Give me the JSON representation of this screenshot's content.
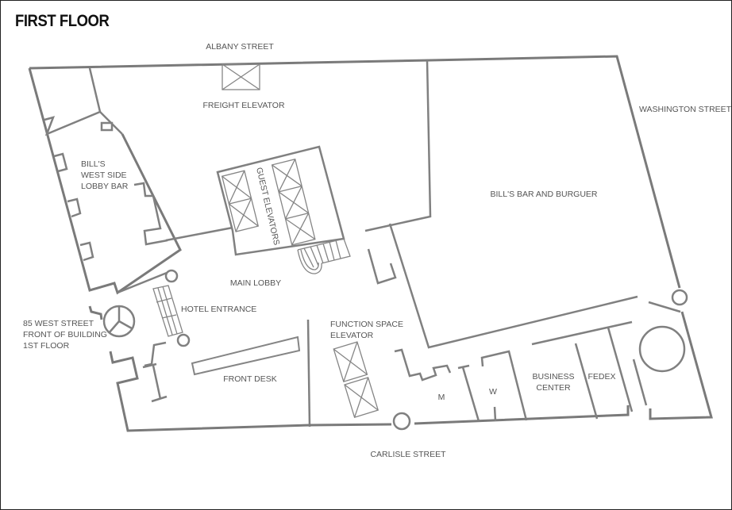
{
  "title": "FIRST FLOOR",
  "streets": {
    "north": "ALBANY STREET",
    "east": "WASHINGTON STREET",
    "south": "CARLISLE STREET",
    "west_lines": [
      "85 WEST STREET",
      "FRONT OF BUILDING",
      "1ST FLOOR"
    ]
  },
  "rooms": {
    "freight_elevator": "FREIGHT ELEVATOR",
    "west_bar_lines": [
      "BILL'S",
      "WEST SIDE",
      "LOBBY BAR"
    ],
    "guest_elevators": "GUEST ELEVATORS",
    "bar_burger": "BILL'S BAR AND BURGUER",
    "main_lobby": "MAIN LOBBY",
    "hotel_entrance": "HOTEL ENTRANCE",
    "function_elevator_lines": [
      "FUNCTION SPACE",
      "ELEVATOR"
    ],
    "front_desk": "FRONT DESK",
    "mens_restroom": "M",
    "womens_restroom": "W",
    "business_center_lines": [
      "BUSINESS",
      "CENTER"
    ],
    "fedex": "FEDEX"
  },
  "colors": {
    "wall": "#7a7a7a",
    "label": "#555555",
    "title": "#111111"
  }
}
